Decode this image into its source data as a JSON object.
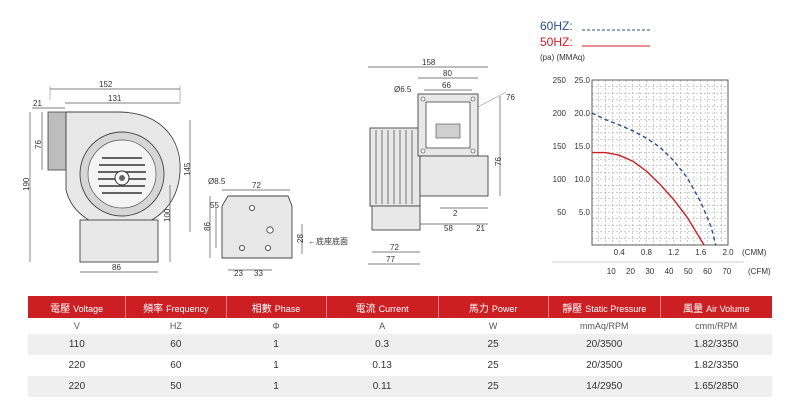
{
  "colors": {
    "red": "#cc1f24",
    "blue": "#2b4f8f"
  },
  "legend": {
    "hz60": "60HZ:",
    "hz50": "50HZ:"
  },
  "chart_labels": {
    "y_units": "(pa) (MMAq)",
    "cmm": "(CMM)",
    "cfm": "(CFM)"
  },
  "drawing_labels": {
    "front": {
      "d152": "152",
      "d131": "131",
      "d21": "21",
      "d76": "76",
      "d190": "190",
      "d145": "145",
      "d100": "100",
      "d86": "86"
    },
    "base": {
      "dia": "Ø8.5",
      "d72": "72",
      "d55": "55",
      "d86": "86",
      "d28": "28",
      "d23": "23",
      "d33": "33",
      "note": "←底座底面"
    },
    "side": {
      "d158": "158",
      "d80": "80",
      "d66": "66",
      "dia": "Ø6.5",
      "d76a": "76",
      "d76b": "76",
      "d2": "2",
      "d58": "58",
      "d21": "21",
      "d72": "72",
      "d77": "77"
    }
  },
  "table": {
    "headers": [
      {
        "zh": "電壓",
        "en": "Voltage"
      },
      {
        "zh": "頻率",
        "en": "Frequency"
      },
      {
        "zh": "相數",
        "en": "Phase"
      },
      {
        "zh": "電流",
        "en": "Current"
      },
      {
        "zh": "馬力",
        "en": "Power"
      },
      {
        "zh": "靜壓",
        "en": "Static Pressure"
      },
      {
        "zh": "風量",
        "en": "Air Volume"
      }
    ],
    "units": [
      "V",
      "HZ",
      "Φ",
      "A",
      "W",
      "mmAq/RPM",
      "cmm/RPM"
    ],
    "rows": [
      [
        "110",
        "60",
        "1",
        "0.3",
        "25",
        "20/3500",
        "1.82/3350"
      ],
      [
        "220",
        "60",
        "1",
        "0.13",
        "25",
        "20/3500",
        "1.82/3350"
      ],
      [
        "220",
        "50",
        "1",
        "0.11",
        "25",
        "14/2950",
        "1.65/2850"
      ]
    ]
  },
  "chart_data": {
    "type": "line",
    "title": "",
    "xlabel": "(CMM)",
    "ylabel": "(pa) (MMAq)",
    "xlim": [
      0,
      2.0
    ],
    "ylim_pa": [
      0,
      250
    ],
    "ylim_mmaq": [
      0,
      25
    ],
    "x_ticks_cmm": [
      "0.4",
      "0.8",
      "1.2",
      "1.6",
      "2.0"
    ],
    "x_ticks_cfm": [
      "10",
      "20",
      "30",
      "40",
      "50",
      "60",
      "70"
    ],
    "y_ticks_pa": [
      "250",
      "200",
      "150",
      "100",
      "50"
    ],
    "y_ticks_mmaq": [
      "25.0",
      "20.0",
      "15.0",
      "10.0",
      "5.0"
    ],
    "grid": true,
    "legend": "top-left",
    "series": [
      {
        "name": "60HZ",
        "color": "#2b4f8f",
        "dash": "dashed",
        "x": [
          0.0,
          0.2,
          0.4,
          0.6,
          0.8,
          1.0,
          1.2,
          1.4,
          1.6,
          1.75,
          1.82
        ],
        "y": [
          20.0,
          19.0,
          18.2,
          17.3,
          16.2,
          14.8,
          12.8,
          10.2,
          6.5,
          2.8,
          0.0
        ]
      },
      {
        "name": "50HZ",
        "color": "#cc1f24",
        "dash": "solid",
        "x": [
          0.0,
          0.2,
          0.4,
          0.6,
          0.8,
          1.0,
          1.2,
          1.4,
          1.5,
          1.6,
          1.65
        ],
        "y": [
          14.0,
          14.0,
          13.6,
          12.7,
          11.2,
          9.2,
          6.9,
          4.2,
          2.5,
          0.8,
          0.0
        ]
      }
    ]
  }
}
